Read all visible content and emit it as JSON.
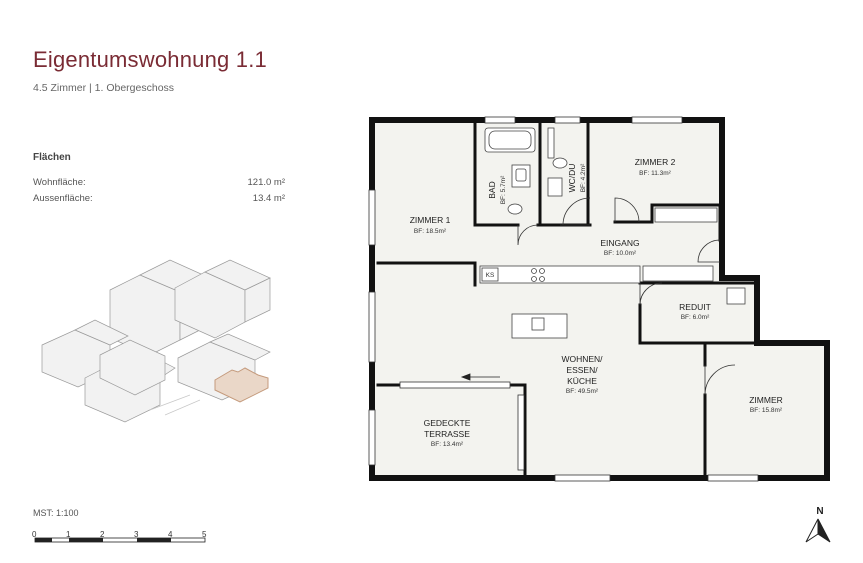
{
  "header": {
    "title": "Eigentumswohnung 1.1",
    "subtitle": "4.5 Zimmer | 1. Obergeschoss"
  },
  "areas": {
    "title": "Flächen",
    "rows": [
      {
        "label": "Wohnfläche:",
        "value": "121.0 m²"
      },
      {
        "label": "Aussenfläche:",
        "value": "13.4 m²"
      }
    ]
  },
  "scale": {
    "label": "MST: 1:100",
    "ticks": [
      "0",
      "1",
      "2",
      "3",
      "4",
      "5"
    ]
  },
  "rooms": {
    "zimmer1": {
      "name": "ZIMMER 1",
      "area": "BF: 18.5m²"
    },
    "bad": {
      "name": "BAD",
      "area": "BF: 5.7m²"
    },
    "wcdu": {
      "name": "WC/DU",
      "area": "BF: 4.2m²"
    },
    "zimmer2": {
      "name": "ZIMMER 2",
      "area": "BF: 11.3m²"
    },
    "eingang": {
      "name": "EINGANG",
      "area": "BF: 10.0m²"
    },
    "reduit": {
      "name": "REDUIT",
      "area": "BF: 6.0m²"
    },
    "wohnen": {
      "line1": "WOHNEN/",
      "line2": "ESSEN/",
      "line3": "KÜCHE",
      "area": "BF: 49.5m²"
    },
    "zimmer": {
      "name": "ZIMMER",
      "area": "BF: 15.8m²"
    },
    "terrasse": {
      "line1": "GEDECKTE",
      "line2": "TERRASSE",
      "area": "BF: 13.4m²"
    },
    "ks": "KS"
  },
  "north": "N",
  "colors": {
    "accent": "#7a2b34",
    "floor": "#f3f3ef",
    "wall": "#111111",
    "highlight": "#c49a7c"
  }
}
